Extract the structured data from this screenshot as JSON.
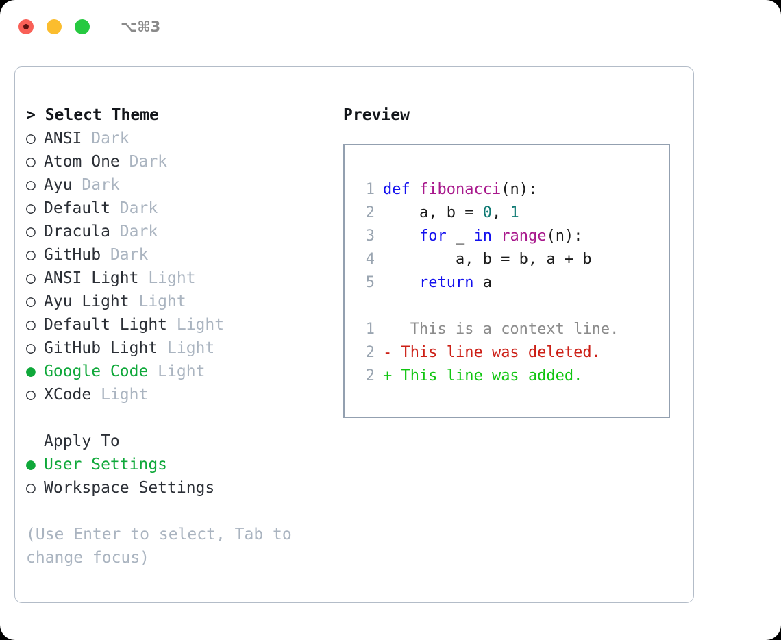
{
  "titlebar": {
    "shortcut": "⌥⌘3",
    "buttons": [
      {
        "name": "close",
        "color": "#f96057"
      },
      {
        "name": "minimize",
        "color": "#fbbd2e"
      },
      {
        "name": "maximize",
        "color": "#26c940"
      }
    ]
  },
  "theme_list": {
    "header": "> Select Theme",
    "items": [
      {
        "marker": "○",
        "name": "ANSI",
        "category": "Dark",
        "selected": false
      },
      {
        "marker": "○",
        "name": "Atom One",
        "category": "Dark",
        "selected": false
      },
      {
        "marker": "○",
        "name": "Ayu",
        "category": "Dark",
        "selected": false
      },
      {
        "marker": "○",
        "name": "Default",
        "category": "Dark",
        "selected": false
      },
      {
        "marker": "○",
        "name": "Dracula",
        "category": "Dark",
        "selected": false
      },
      {
        "marker": "○",
        "name": "GitHub",
        "category": "Dark",
        "selected": false
      },
      {
        "marker": "○",
        "name": "ANSI Light",
        "category": "Light",
        "selected": false
      },
      {
        "marker": "○",
        "name": "Ayu Light",
        "category": "Light",
        "selected": false
      },
      {
        "marker": "○",
        "name": "Default Light",
        "category": "Light",
        "selected": false
      },
      {
        "marker": "○",
        "name": "GitHub Light",
        "category": "Light",
        "selected": false
      },
      {
        "marker": "●",
        "name": "Google Code",
        "category": "Light",
        "selected": true
      },
      {
        "marker": "○",
        "name": "XCode",
        "category": "Light",
        "selected": false
      }
    ]
  },
  "apply_to": {
    "header": "Apply To",
    "options": [
      {
        "marker": "●",
        "label": "User Settings",
        "selected": true
      },
      {
        "marker": "○",
        "label": "Workspace Settings",
        "selected": false
      }
    ]
  },
  "hint": "(Use Enter to select, Tab to change focus)",
  "preview": {
    "title": "Preview",
    "code_lines": [
      {
        "num": "1",
        "tokens": [
          {
            "t": "def ",
            "c": "kw"
          },
          {
            "t": "fibonacci",
            "c": "fn"
          },
          {
            "t": "(n):",
            "c": "plain"
          }
        ]
      },
      {
        "num": "2",
        "tokens": [
          {
            "t": "    a, b = ",
            "c": "plain"
          },
          {
            "t": "0",
            "c": "num"
          },
          {
            "t": ", ",
            "c": "plain"
          },
          {
            "t": "1",
            "c": "num"
          }
        ]
      },
      {
        "num": "3",
        "tokens": [
          {
            "t": "    ",
            "c": "plain"
          },
          {
            "t": "for",
            "c": "kw"
          },
          {
            "t": " _ ",
            "c": "plain"
          },
          {
            "t": "in",
            "c": "kw"
          },
          {
            "t": " ",
            "c": "plain"
          },
          {
            "t": "range",
            "c": "fn"
          },
          {
            "t": "(n):",
            "c": "plain"
          }
        ]
      },
      {
        "num": "4",
        "tokens": [
          {
            "t": "        a, b = b, a + b",
            "c": "plain"
          }
        ]
      },
      {
        "num": "5",
        "tokens": [
          {
            "t": "    ",
            "c": "plain"
          },
          {
            "t": "return",
            "c": "kw"
          },
          {
            "t": " a",
            "c": "plain"
          }
        ]
      }
    ],
    "diff_lines": [
      {
        "num": "1",
        "sign": " ",
        "text": "  This is a context line.",
        "kind": "diff-context"
      },
      {
        "num": "2",
        "sign": "-",
        "text": " This line was deleted.",
        "kind": "diff-del"
      },
      {
        "num": "2",
        "sign": "+",
        "text": " This line was added.",
        "kind": "diff-add"
      }
    ]
  },
  "colors": {
    "accent_green": "#0fa83a",
    "muted": "#aab4c0",
    "keyword": "#1310ee",
    "function": "#a8188c",
    "number": "#107a74",
    "diff_add": "#10c510",
    "diff_del": "#cc1f16",
    "border": "#93a0b0"
  }
}
